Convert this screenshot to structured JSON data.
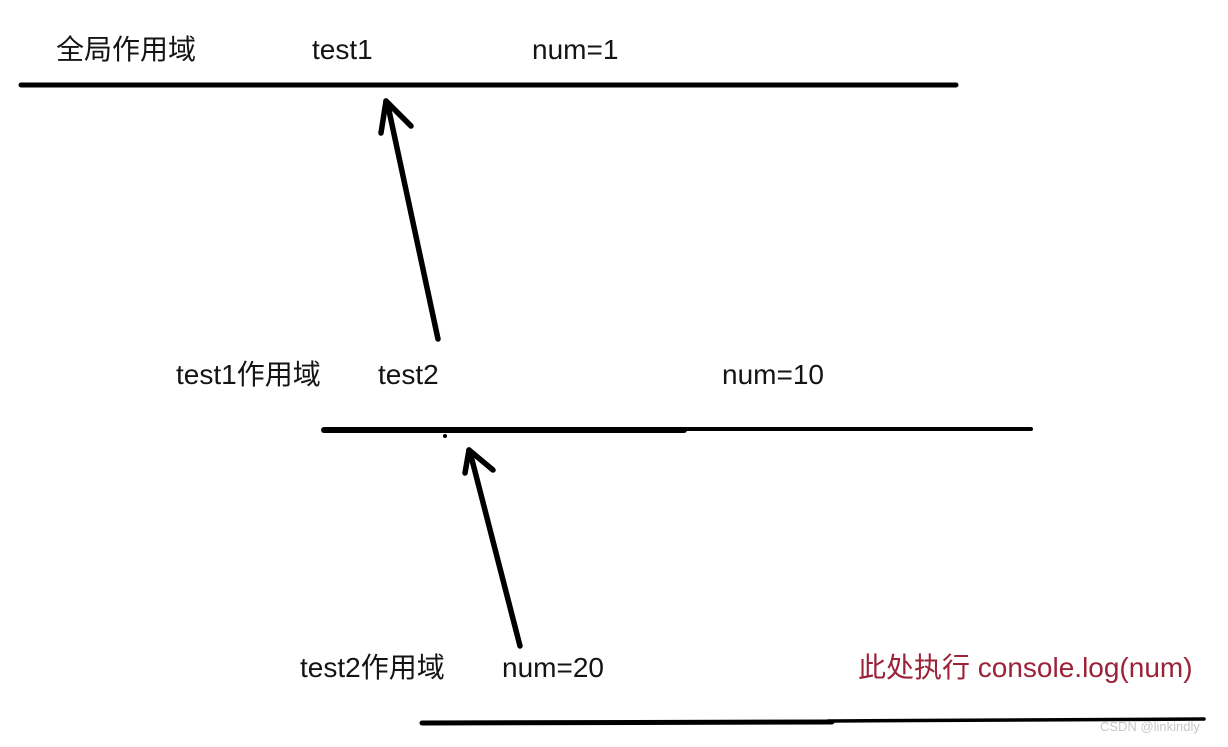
{
  "colors": {
    "ink": "#141414",
    "accent_red": "#9b2337",
    "line_black": "#000000",
    "watermark_gray": "#c7c7c7"
  },
  "scopes": {
    "global": {
      "name": "全局作用域",
      "function_call": "test1",
      "variable": "num=1"
    },
    "test1": {
      "name": "test1作用域",
      "function_call": "test2",
      "variable": "num=10"
    },
    "test2": {
      "name": "test2作用域",
      "variable": "num=20",
      "annotation": "此处执行 console.log(num)"
    }
  },
  "watermark": "CSDN @linkindly"
}
